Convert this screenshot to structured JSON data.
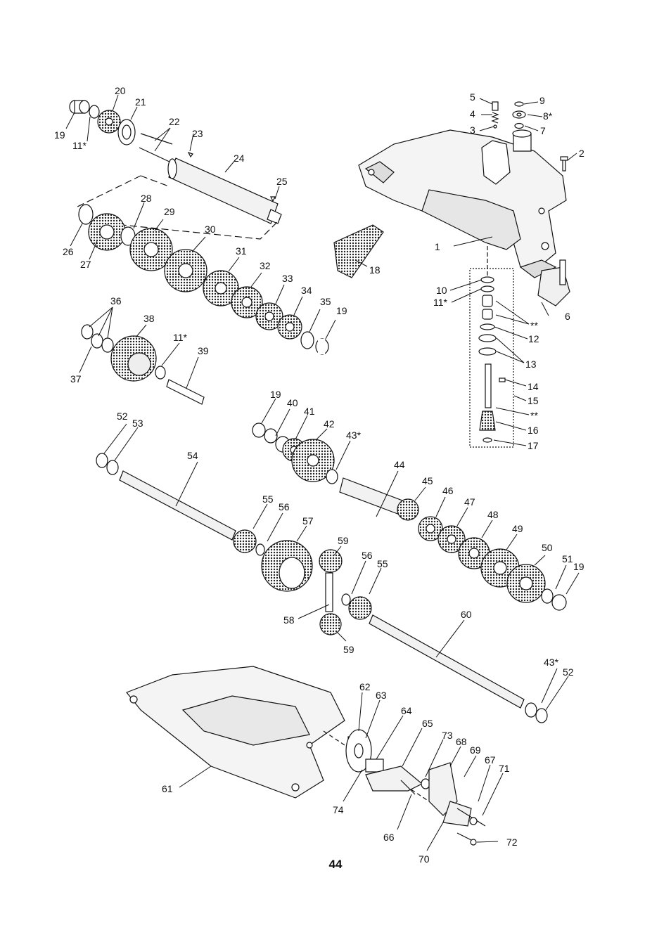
{
  "page_number": "44",
  "labels": [
    {
      "id": "p1",
      "text": "1"
    },
    {
      "id": "p2",
      "text": "2"
    },
    {
      "id": "p3",
      "text": "3"
    },
    {
      "id": "p4",
      "text": "4"
    },
    {
      "id": "p5",
      "text": "5"
    },
    {
      "id": "p6",
      "text": "6"
    },
    {
      "id": "p7",
      "text": "7"
    },
    {
      "id": "p8",
      "text": "8*"
    },
    {
      "id": "p9",
      "text": "9"
    },
    {
      "id": "p10",
      "text": "10"
    },
    {
      "id": "p11a",
      "text": "11*"
    },
    {
      "id": "p11b",
      "text": "11*"
    },
    {
      "id": "p11c",
      "text": "11*"
    },
    {
      "id": "p12",
      "text": "12"
    },
    {
      "id": "p13",
      "text": "13"
    },
    {
      "id": "p14",
      "text": "14"
    },
    {
      "id": "p15",
      "text": "15"
    },
    {
      "id": "p16",
      "text": "16"
    },
    {
      "id": "p17",
      "text": "17"
    },
    {
      "id": "p18",
      "text": "18"
    },
    {
      "id": "p19a",
      "text": "19"
    },
    {
      "id": "p19b",
      "text": "19"
    },
    {
      "id": "p19c",
      "text": "19"
    },
    {
      "id": "p19d",
      "text": "19"
    },
    {
      "id": "p20",
      "text": "20"
    },
    {
      "id": "p21",
      "text": "21"
    },
    {
      "id": "p22",
      "text": "22"
    },
    {
      "id": "p23",
      "text": "23"
    },
    {
      "id": "p24",
      "text": "24"
    },
    {
      "id": "p25",
      "text": "25"
    },
    {
      "id": "p26",
      "text": "26"
    },
    {
      "id": "p27",
      "text": "27"
    },
    {
      "id": "p28",
      "text": "28"
    },
    {
      "id": "p29",
      "text": "29"
    },
    {
      "id": "p30",
      "text": "30"
    },
    {
      "id": "p31",
      "text": "31"
    },
    {
      "id": "p32",
      "text": "32"
    },
    {
      "id": "p33",
      "text": "33"
    },
    {
      "id": "p34",
      "text": "34"
    },
    {
      "id": "p35",
      "text": "35"
    },
    {
      "id": "p36",
      "text": "36"
    },
    {
      "id": "p37",
      "text": "37"
    },
    {
      "id": "p38",
      "text": "38"
    },
    {
      "id": "p39",
      "text": "39"
    },
    {
      "id": "p40",
      "text": "40"
    },
    {
      "id": "p41",
      "text": "41"
    },
    {
      "id": "p42",
      "text": "42"
    },
    {
      "id": "p43a",
      "text": "43*"
    },
    {
      "id": "p43b",
      "text": "43*"
    },
    {
      "id": "p44",
      "text": "44"
    },
    {
      "id": "p45",
      "text": "45"
    },
    {
      "id": "p46",
      "text": "46"
    },
    {
      "id": "p47",
      "text": "47"
    },
    {
      "id": "p48",
      "text": "48"
    },
    {
      "id": "p49",
      "text": "49"
    },
    {
      "id": "p50",
      "text": "50"
    },
    {
      "id": "p51",
      "text": "51"
    },
    {
      "id": "p52a",
      "text": "52"
    },
    {
      "id": "p52b",
      "text": "52"
    },
    {
      "id": "p53",
      "text": "53"
    },
    {
      "id": "p54",
      "text": "54"
    },
    {
      "id": "p55a",
      "text": "55"
    },
    {
      "id": "p55b",
      "text": "55"
    },
    {
      "id": "p56a",
      "text": "56"
    },
    {
      "id": "p56b",
      "text": "56"
    },
    {
      "id": "p57",
      "text": "57"
    },
    {
      "id": "p58",
      "text": "58"
    },
    {
      "id": "p59a",
      "text": "59"
    },
    {
      "id": "p59b",
      "text": "59"
    },
    {
      "id": "p60",
      "text": "60"
    },
    {
      "id": "p61",
      "text": "61"
    },
    {
      "id": "p62",
      "text": "62"
    },
    {
      "id": "p63",
      "text": "63"
    },
    {
      "id": "p64",
      "text": "64"
    },
    {
      "id": "p65",
      "text": "65"
    },
    {
      "id": "p66",
      "text": "66"
    },
    {
      "id": "p67",
      "text": "67"
    },
    {
      "id": "p68",
      "text": "68"
    },
    {
      "id": "p69",
      "text": "69"
    },
    {
      "id": "p70",
      "text": "70"
    },
    {
      "id": "p71",
      "text": "71"
    },
    {
      "id": "p72",
      "text": "72"
    },
    {
      "id": "p73",
      "text": "73"
    },
    {
      "id": "p74",
      "text": "74"
    },
    {
      "id": "pss1",
      "text": "**"
    },
    {
      "id": "pss2",
      "text": "**"
    }
  ]
}
